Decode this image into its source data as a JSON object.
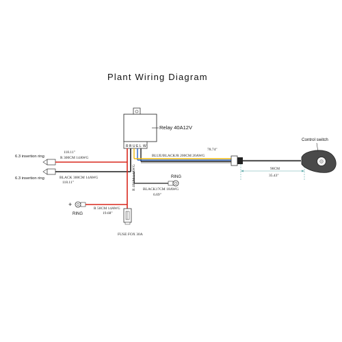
{
  "diagram": {
    "title": "Plant Wiring Diagram",
    "relay_label": "Relay 40A12V",
    "relay_pins": [
      "R",
      "B",
      "U",
      "E",
      "L",
      "W"
    ],
    "control_switch_label": "Control switch",
    "left_top": {
      "connector_label": "6.3 insertion ring",
      "wire_length": "118.11\"",
      "wire_spec": "R 300CM 14AWG"
    },
    "left_bottom": {
      "connector_label": "6.3 insertion ring",
      "wire_spec": "BLACK 300CM 14AWG",
      "wire_length": "118.11\""
    },
    "right_harness": {
      "wire_length": "78.74\"",
      "wire_spec": "BLUE/BLACK/R 200CM 20AWG"
    },
    "switch_dimension": {
      "spec": "90CM",
      "length": "35.43\""
    },
    "ground": {
      "ring_label": "RING",
      "wire_spec": "BLACK17CM 18AWG",
      "wire_length": "6.69\""
    },
    "vertical_wire": {
      "spec": "R 40CM 14AWG"
    },
    "positive": {
      "symbol": "+",
      "ring_label": "RING",
      "wire_spec": "R 50CM 14AWG",
      "wire_length": "19.68\""
    },
    "fuse_label": "FUSE FOX 30A"
  },
  "colors": {
    "red_wire": "#d8261c",
    "black_wire": "#1a1a1a",
    "blue_wire": "#2a63c4",
    "yellow_wire": "#f0b80a",
    "grey_wire": "#8a8a8a",
    "teal_dim": "#5aa8a8"
  }
}
